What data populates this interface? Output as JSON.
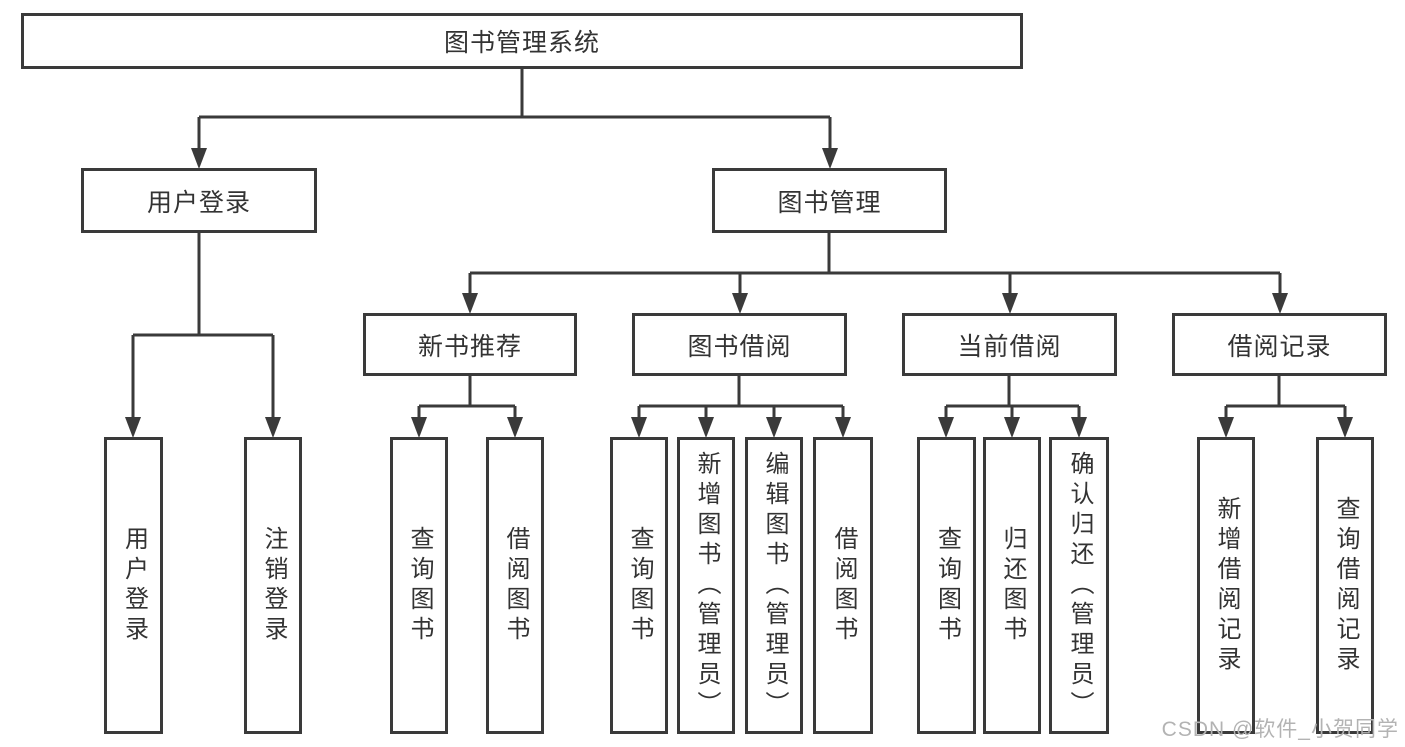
{
  "title": "图书管理系统",
  "watermark": "CSDN @软件_小贺同学",
  "colors": {
    "line": "#3a3a3a",
    "text": "#333333",
    "watermark": "#b3b3b3",
    "background": "#ffffff"
  },
  "nodes": {
    "root": {
      "label": "图书管理系统"
    },
    "level2": {
      "user_login": {
        "label": "用户登录"
      },
      "book_mgmt": {
        "label": "图书管理"
      }
    },
    "level3": {
      "new_book_rec": {
        "label": "新书推荐"
      },
      "book_borrow": {
        "label": "图书借阅"
      },
      "current_borrow": {
        "label": "当前借阅"
      },
      "borrow_records": {
        "label": "借阅记录"
      }
    },
    "leaves": [
      {
        "label": "用户登录"
      },
      {
        "label": "注销登录"
      },
      {
        "label": "查询图书"
      },
      {
        "label": "借阅图书"
      },
      {
        "label": "查询图书"
      },
      {
        "label": "新增图书（管理员）"
      },
      {
        "label": "编辑图书（管理员）"
      },
      {
        "label": "借阅图书"
      },
      {
        "label": "查询图书"
      },
      {
        "label": "归还图书"
      },
      {
        "label": "确认归还（管理员）"
      },
      {
        "label": "新增借阅记录"
      },
      {
        "label": "查询借阅记录"
      }
    ]
  }
}
